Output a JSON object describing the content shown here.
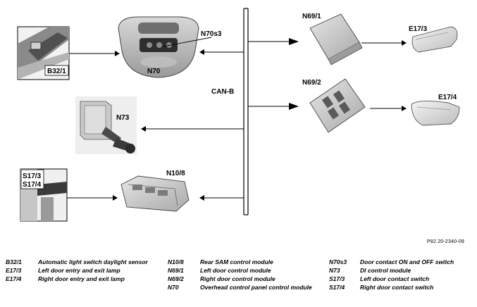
{
  "diagram": {
    "bus_label": "CAN-B",
    "components": {
      "b32_1": "B32/1",
      "n70": "N70",
      "n70s3": "N70s3",
      "n73": "N73",
      "s17_3": "S17/3",
      "s17_4": "S17/4",
      "n10_8": "N10/8",
      "n69_1": "N69/1",
      "n69_2": "N69/2",
      "e17_3": "E17/3",
      "e17_4": "E17/4"
    }
  },
  "reference_code": "P82.20-2340-09",
  "legend": {
    "column1": [
      {
        "code": "B32/1",
        "desc": "Automatic light switch daylight sensor"
      },
      {
        "code": "E17/3",
        "desc": "Left door entry and exit lamp"
      },
      {
        "code": "E17/4",
        "desc": "Right door entry and exit lamp"
      }
    ],
    "column2": [
      {
        "code": "N10/8",
        "desc": "Rear SAM control module"
      },
      {
        "code": "N69/1",
        "desc": "Left door control module"
      },
      {
        "code": "N69/2",
        "desc": "Right door control module"
      },
      {
        "code": "N70",
        "desc": "Overhead control panel control module"
      }
    ],
    "column3": [
      {
        "code": "N70s3",
        "desc": "Door contact ON and OFF switch"
      },
      {
        "code": "N73",
        "desc": "DI control module"
      },
      {
        "code": "S17/3",
        "desc": "Left door contact switch"
      },
      {
        "code": "S17/4",
        "desc": "Right door contact switch"
      }
    ]
  }
}
